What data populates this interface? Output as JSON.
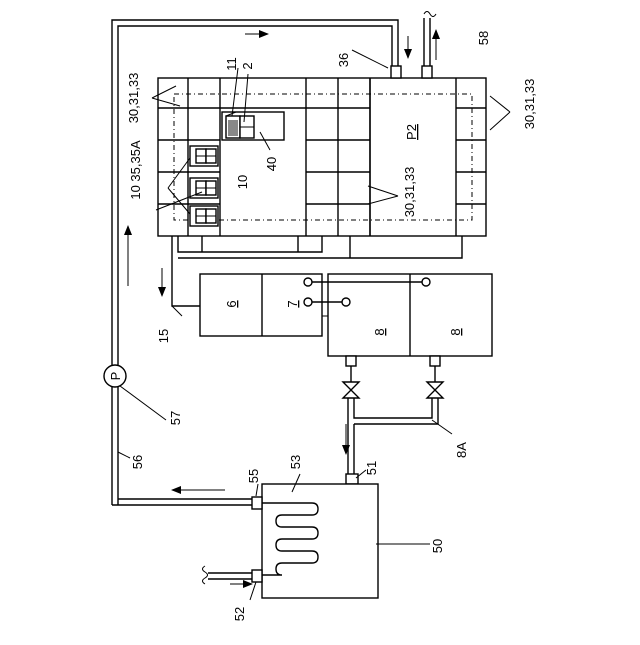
{
  "diagram": {
    "labels": {
      "l36": "36",
      "l58": "58",
      "l30_left": "30,31,33",
      "l30_right": "30,31,33",
      "l30_mid": "30,31,33",
      "l11": "11",
      "l2": "2",
      "l10_35": "10 35,35A",
      "l10": "10",
      "l40": "40",
      "p2": "P2",
      "l6": "6",
      "l7": "7",
      "l8a": "8",
      "l8b": "8",
      "l15": "15",
      "pump": "P",
      "l57": "57",
      "l56": "56",
      "l55": "55",
      "l53": "53",
      "l51": "51",
      "l8A": "8A",
      "l50": "50",
      "l52": "52"
    }
  }
}
